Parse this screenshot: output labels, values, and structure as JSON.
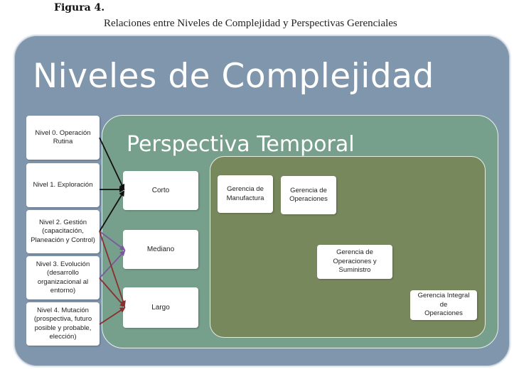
{
  "figure": {
    "label": "Figura 4",
    "label_suffix": ".",
    "caption": "Relaciones entre Niveles de Complejidad y Perspectivas Gerenciales"
  },
  "outer": {
    "title": "Niveles de Complejidad"
  },
  "middle": {
    "title": "Perspectiva Temporal"
  },
  "levels": [
    {
      "text": "Nivel 0. Operación\nRutina"
    },
    {
      "text": "Nivel 1. Exploración"
    },
    {
      "text": "Nivel 2. Gestión\n(capacitación,\nPlaneación y Control)"
    },
    {
      "text": "Nivel 3. Evolución\n(desarrollo\norganizacional al\nentorno)"
    },
    {
      "text": "Nivel 4. Mutación\n(prospectiva, futuro\nposible y probable,\nelección)"
    }
  ],
  "horizons": [
    {
      "text": "Corto"
    },
    {
      "text": "Mediano"
    },
    {
      "text": "Largo"
    }
  ],
  "management": [
    {
      "text": "Gerencia de\nManufactura"
    },
    {
      "text": "Gerencia de\nOperaciones"
    },
    {
      "text": "Gerencia de\nOperaciones y\nSuministro"
    },
    {
      "text": "Gerencia Integral de\nOperaciones"
    }
  ],
  "colors": {
    "outer_bg": "#7f96ad",
    "middle_bg": "#769f8c",
    "inner_bg": "#78885d",
    "arrow_black": "#111111",
    "arrow_purple": "#7a5a9c",
    "arrow_red": "#8b2e2e"
  }
}
